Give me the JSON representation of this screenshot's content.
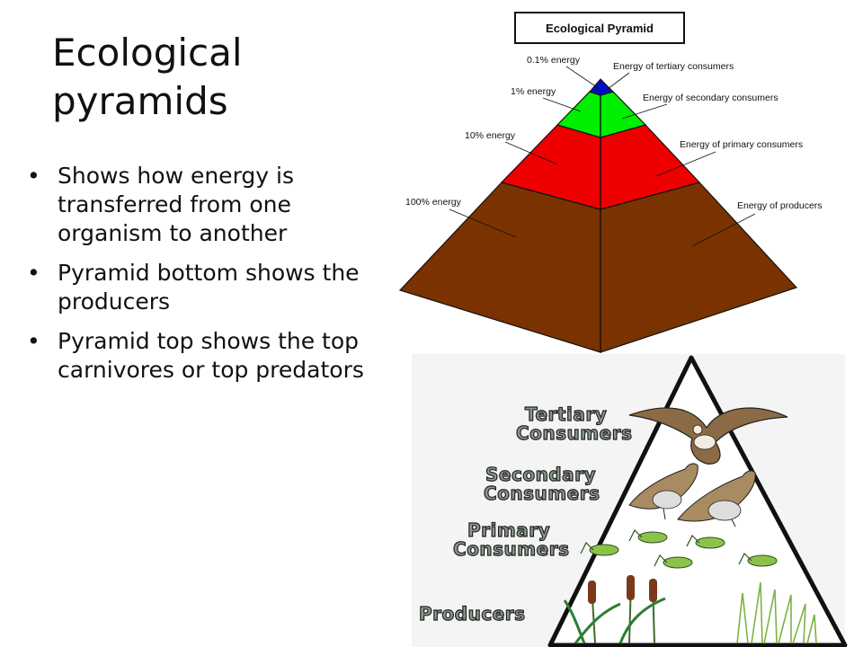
{
  "slide": {
    "title_line1": "Ecological",
    "title_line2": "pyramids",
    "bullets": [
      "Shows how energy is transferred from one organism to another",
      "Pyramid bottom shows the producers",
      "Pyramid top shows the top carnivores or top predators"
    ]
  },
  "energy_pyramid": {
    "title": "Ecological Pyramid",
    "levels": [
      {
        "energy": "0.1% energy",
        "description": "Energy of tertiary consumers",
        "color": "#0010c0"
      },
      {
        "energy": "1% energy",
        "description": "Energy of secondary consumers",
        "color": "#00ee00"
      },
      {
        "energy": "10% energy",
        "description": "Energy of primary consumers",
        "color": "#ee0000"
      },
      {
        "energy": "100% energy",
        "description": "Energy of producers",
        "color": "#7a3300"
      }
    ]
  },
  "trophic_pyramid": {
    "levels": [
      "Tertiary Consumers",
      "Secondary Consumers",
      "Primary Consumers",
      "Producers"
    ],
    "label_lines": {
      "tertiary": [
        "Tertiary",
        "Consumers"
      ],
      "secondary": [
        "Secondary",
        "Consumers"
      ],
      "primary": [
        "Primary",
        "Consumers"
      ],
      "producers": [
        "Producers"
      ]
    },
    "icons": [
      "hawk-icon",
      "sparrow-icon",
      "grasshopper-icon",
      "cattail-icon",
      "grass-icon"
    ]
  }
}
